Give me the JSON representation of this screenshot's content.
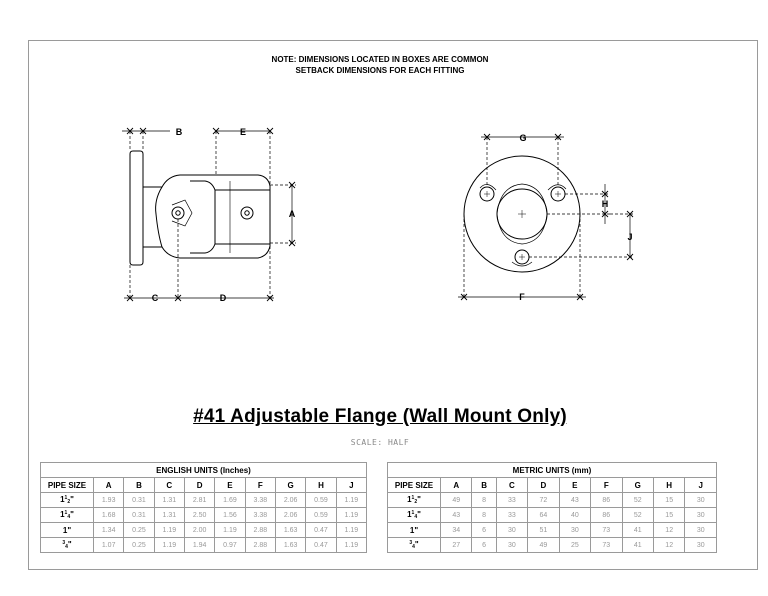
{
  "note": {
    "line1": "NOTE: DIMENSIONS LOCATED IN BOXES ARE COMMON",
    "line2": "SETBACK DIMENSIONS FOR EACH FITTING"
  },
  "side_view_labels": {
    "a": "A",
    "b": "B",
    "c": "C",
    "d": "D",
    "e": "E"
  },
  "front_view_labels": {
    "g": "G",
    "h": "H",
    "j": "J",
    "f": "F"
  },
  "title": "#41 Adjustable Flange (Wall Mount Only)",
  "scale": "SCALE: HALF",
  "english_table": {
    "caption": "ENGLISH UNITS (Inches)",
    "headers": [
      "PIPE SIZE",
      "A",
      "B",
      "C",
      "D",
      "E",
      "F",
      "G",
      "H",
      "J"
    ],
    "rows": [
      {
        "size_whole": "1",
        "size_num": "1",
        "size_den": "2",
        "values": [
          "1.93",
          "0.31",
          "1.31",
          "2.81",
          "1.69",
          "3.38",
          "2.06",
          "0.59",
          "1.19"
        ]
      },
      {
        "size_whole": "1",
        "size_num": "1",
        "size_den": "4",
        "values": [
          "1.68",
          "0.31",
          "1.31",
          "2.50",
          "1.56",
          "3.38",
          "2.06",
          "0.59",
          "1.19"
        ]
      },
      {
        "size_whole": "1\"",
        "size_num": "",
        "size_den": "",
        "values": [
          "1.34",
          "0.25",
          "1.19",
          "2.00",
          "1.19",
          "2.88",
          "1.63",
          "0.47",
          "1.19"
        ]
      },
      {
        "size_whole": "",
        "size_num": "3",
        "size_den": "4",
        "values": [
          "1.07",
          "0.25",
          "1.19",
          "1.94",
          "0.97",
          "2.88",
          "1.63",
          "0.47",
          "1.19"
        ]
      }
    ]
  },
  "metric_table": {
    "caption": "METRIC UNITS (mm)",
    "headers": [
      "PIPE SIZE",
      "A",
      "B",
      "C",
      "D",
      "E",
      "F",
      "G",
      "H",
      "J"
    ],
    "rows": [
      {
        "size_whole": "1",
        "size_num": "1",
        "size_den": "2",
        "values": [
          "49",
          "8",
          "33",
          "72",
          "43",
          "86",
          "52",
          "15",
          "30"
        ]
      },
      {
        "size_whole": "1",
        "size_num": "1",
        "size_den": "4",
        "values": [
          "43",
          "8",
          "33",
          "64",
          "40",
          "86",
          "52",
          "15",
          "30"
        ]
      },
      {
        "size_whole": "1\"",
        "size_num": "",
        "size_den": "",
        "values": [
          "34",
          "6",
          "30",
          "51",
          "30",
          "73",
          "41",
          "12",
          "30"
        ]
      },
      {
        "size_whole": "",
        "size_num": "3",
        "size_den": "4",
        "values": [
          "27",
          "6",
          "30",
          "49",
          "25",
          "73",
          "41",
          "12",
          "30"
        ]
      }
    ]
  }
}
